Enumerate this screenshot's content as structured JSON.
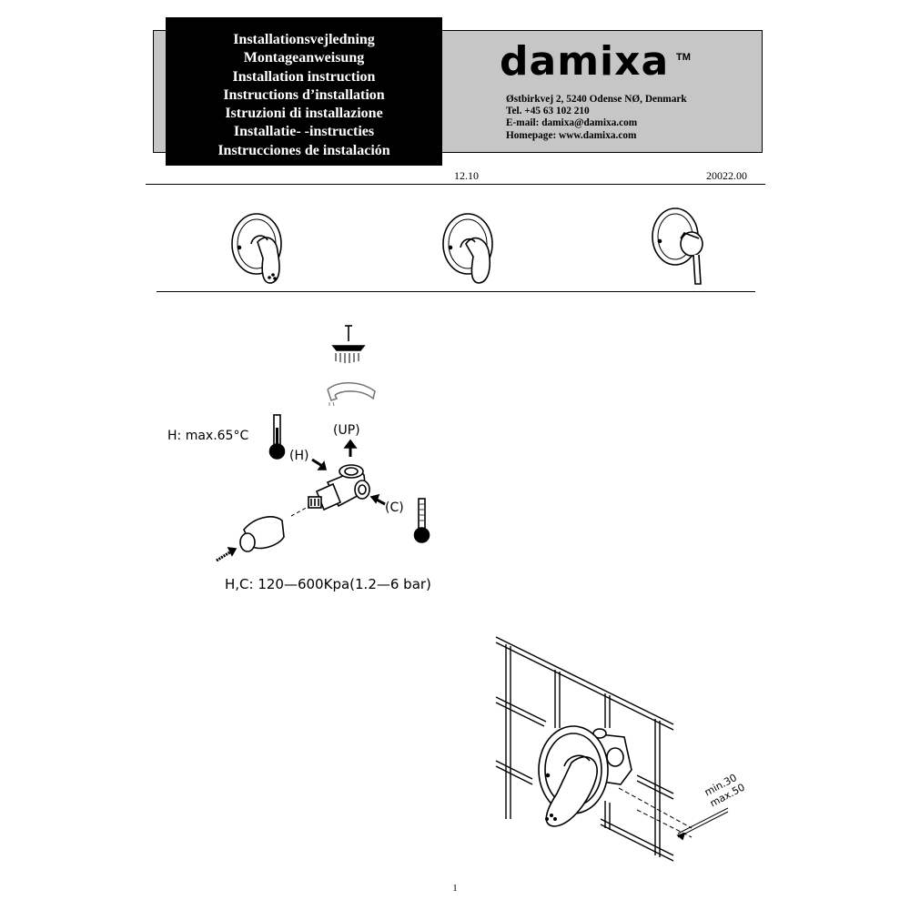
{
  "header": {
    "titles": [
      "Installationsvejledning",
      "Montageanweisung",
      "Installation instruction",
      "Instructions d’installation",
      "Istruzioni di installazione",
      "Installatie- -instructies",
      "Instrucciones de instalación"
    ],
    "brand": "damixa",
    "trademark": "TM",
    "contact": {
      "address": "Østbirkvej 2, 5240 Odense NØ, Denmark",
      "phone": "Tel. +45 63 102 210",
      "email": "E-mail: damixa@damixa.com",
      "homepage": "Homepage: www.damixa.com"
    }
  },
  "doc": {
    "date": "12.10",
    "number": "20022.00"
  },
  "diagram": {
    "hot_max": "H:  max.65°C",
    "label_h": "(H)",
    "label_up": "(UP)",
    "label_c": "(C)",
    "pressure": "H,C:  120—600Kpa(1.2—6  bar)",
    "dim_min": "min.30",
    "dim_max": "max.50"
  },
  "footer": {
    "page": "1"
  }
}
